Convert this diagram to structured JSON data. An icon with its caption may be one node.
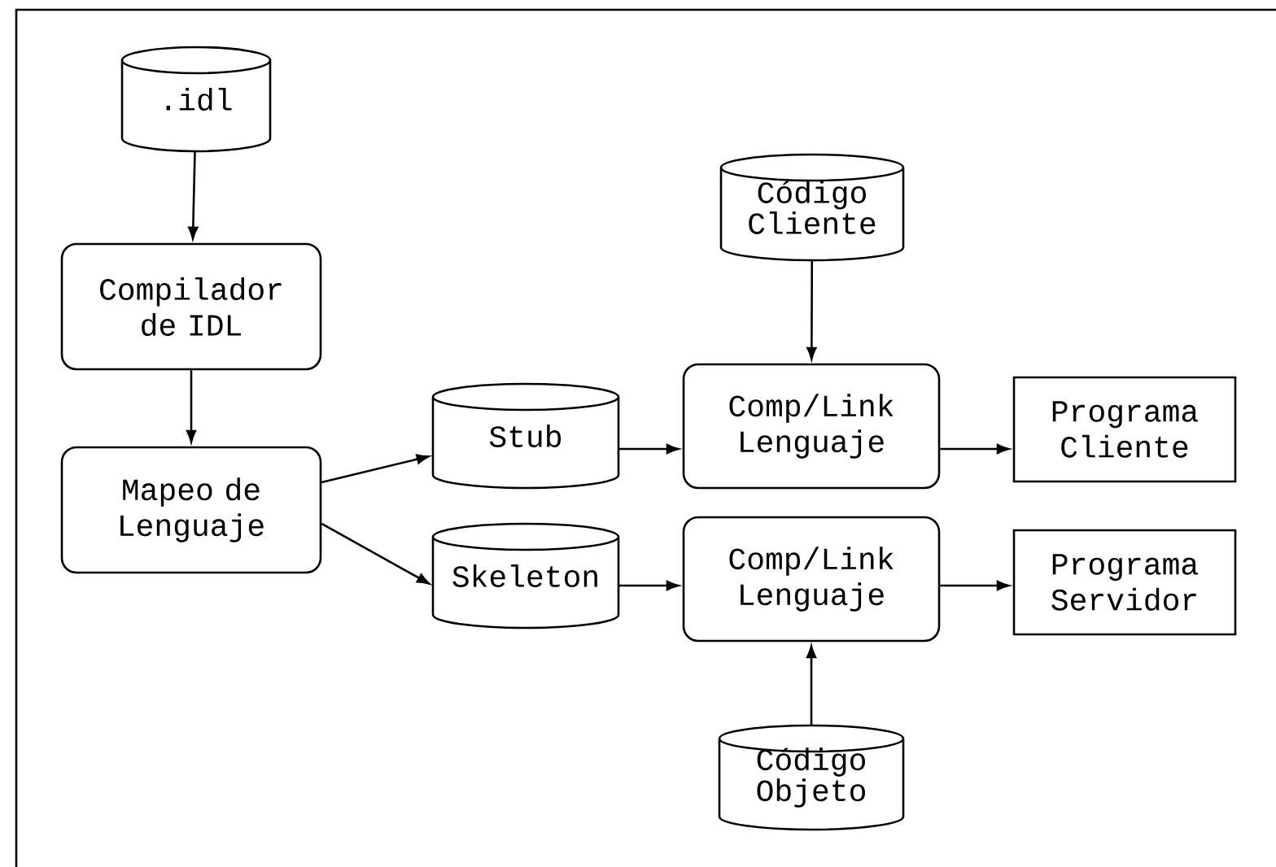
{
  "diagram": {
    "nodes": [
      {
        "text": [
          ".idl"
        ]
      },
      {
        "text": [
          "Compilador de IDL"
        ]
      },
      {
        "text": [
          "Mapeo de Lenguaje"
        ]
      },
      {
        "text": [
          "Código Cliente"
        ]
      },
      {
        "text": [
          "Stub"
        ]
      },
      {
        "text": [
          "Comp/Link Lenguaje"
        ]
      },
      {
        "text": [
          "Programa Cliente"
        ]
      },
      {
        "text": [
          "Skeleton"
        ]
      },
      {
        "text": [
          "Comp/Link Lenguaje"
        ]
      },
      {
        "text": [
          "Programa Servidor"
        ]
      },
      {
        "text": [
          "Código Objeto"
        ]
      }
    ],
    "edges": [
      {
        "from": 0,
        "to": 1,
        "arrow": "to"
      },
      {
        "from": 1,
        "to": 2,
        "arrow": "to"
      },
      {
        "from": 2,
        "to": 4,
        "arrow": "to"
      },
      {
        "from": 2,
        "to": 7,
        "arrow": "to"
      },
      {
        "from": 4,
        "to": 5,
        "arrow": "to"
      },
      {
        "from": 3,
        "to": 5,
        "arrow": "to"
      },
      {
        "from": 5,
        "to": 6,
        "arrow": "to"
      },
      {
        "from": 7,
        "to": 8,
        "arrow": "to"
      },
      {
        "from": 10,
        "to": 8,
        "arrow": "to"
      },
      {
        "from": 8,
        "to": 9,
        "arrow": "to"
      }
    ]
  }
}
